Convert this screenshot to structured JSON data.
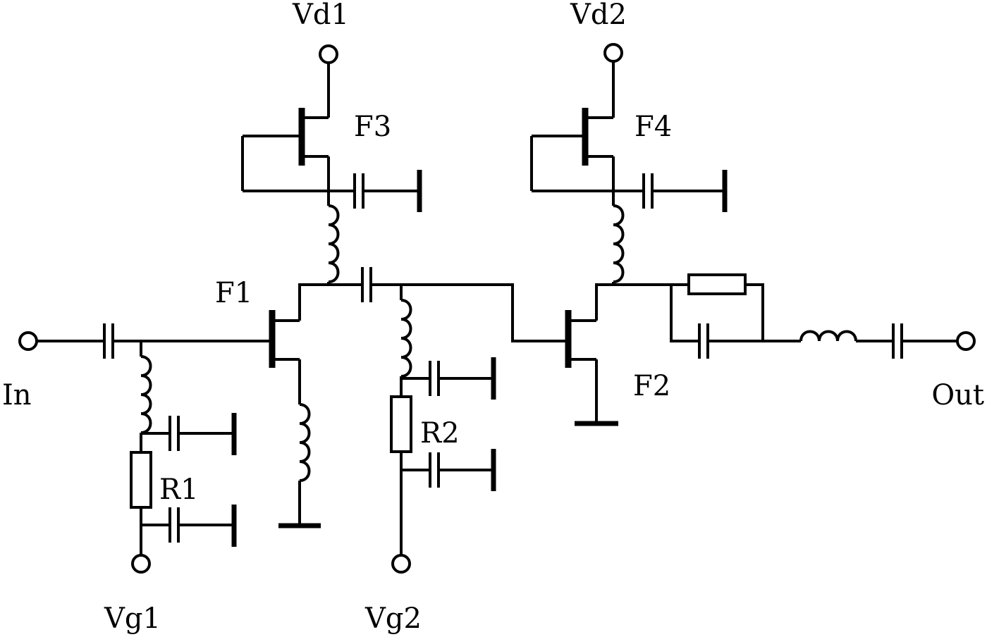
{
  "diagram": {
    "ports": {
      "input": "In",
      "output": "Out",
      "drain_supply_1": "Vd1",
      "drain_supply_2": "Vd2",
      "gate_supply_1": "Vg1",
      "gate_supply_2": "Vg2"
    },
    "transistors": {
      "f1": "F1",
      "f2": "F2",
      "f3": "F3",
      "f4": "F4"
    },
    "resistors": {
      "r1": "R1",
      "r2": "R2"
    }
  }
}
